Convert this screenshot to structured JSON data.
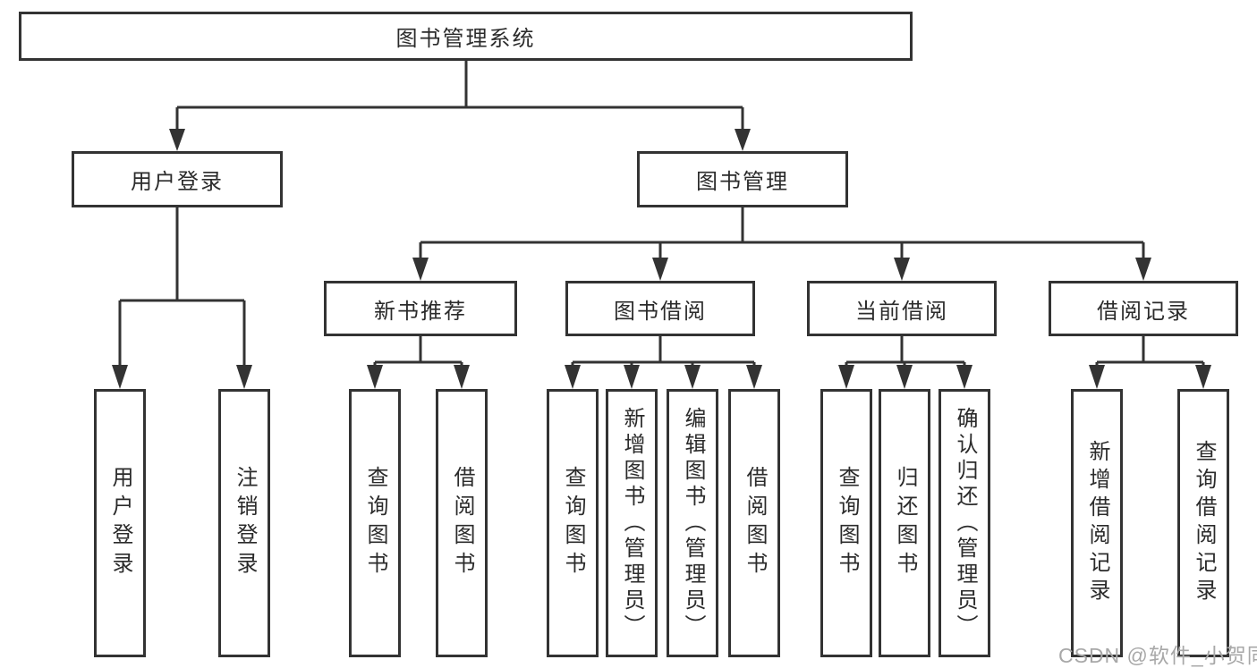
{
  "diagram": {
    "root": {
      "label": "图书管理系统"
    },
    "level2": [
      {
        "label": "用户登录"
      },
      {
        "label": "图书管理"
      }
    ],
    "level3": [
      {
        "label": "新书推荐",
        "parent": "图书管理"
      },
      {
        "label": "图书借阅",
        "parent": "图书管理"
      },
      {
        "label": "当前借阅",
        "parent": "图书管理"
      },
      {
        "label": "借阅记录",
        "parent": "图书管理"
      }
    ],
    "leaves": [
      {
        "label": "用户登录",
        "parent": "用户登录"
      },
      {
        "label": "注销登录",
        "parent": "用户登录"
      },
      {
        "label": "查询图书",
        "parent": "新书推荐"
      },
      {
        "label": "借阅图书",
        "parent": "新书推荐"
      },
      {
        "label": "查询图书",
        "parent": "图书借阅"
      },
      {
        "label": "新增图书（管理员）",
        "parent": "图书借阅"
      },
      {
        "label": "编辑图书（管理员）",
        "parent": "图书借阅"
      },
      {
        "label": "借阅图书",
        "parent": "图书借阅"
      },
      {
        "label": "查询图书",
        "parent": "当前借阅"
      },
      {
        "label": "归还图书",
        "parent": "当前借阅"
      },
      {
        "label": "确认归还（管理员）",
        "parent": "当前借阅"
      },
      {
        "label": "新增借阅记录",
        "parent": "借阅记录"
      },
      {
        "label": "查询借阅记录",
        "parent": "借阅记录"
      }
    ]
  },
  "watermark": {
    "text": "CSDN @软件_小贺同学"
  },
  "colors": {
    "line": "#333333",
    "text": "#2b2b2b",
    "watermark": "#a8a8a8",
    "background": "#ffffff"
  }
}
